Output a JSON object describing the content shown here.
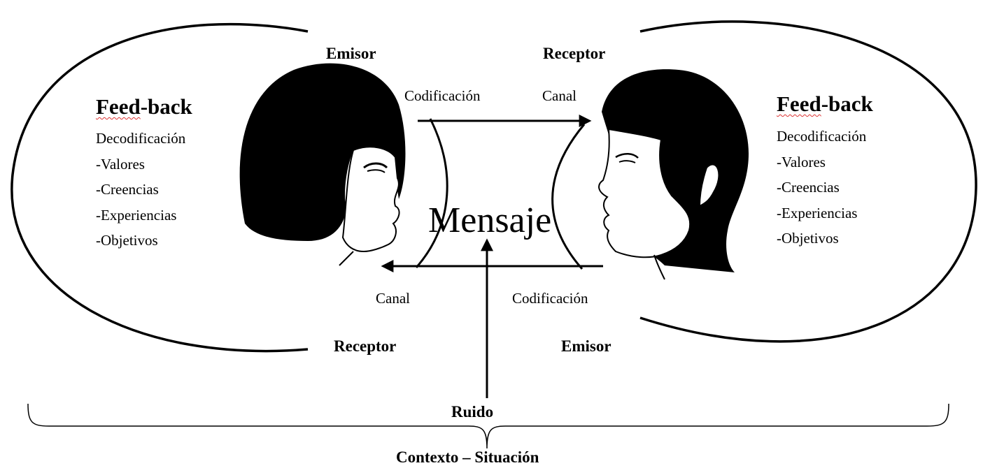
{
  "left": {
    "role_top": "Emisor",
    "role_bottom": "Receptor",
    "feedback_word": "Feed",
    "feedback_rest": "-back",
    "items": [
      "Decodificación",
      "-Valores",
      "-Creencias",
      "-Experiencias",
      "-Objetivos"
    ],
    "codificacion": "Codificación",
    "canal": "Canal"
  },
  "right": {
    "role_top": "Receptor",
    "role_bottom": "Emisor",
    "feedback_word": "Feed",
    "feedback_rest": "-back",
    "items": [
      "Decodificación",
      "-Valores",
      "-Creencias",
      "-Experiencias",
      "-Objetivos"
    ],
    "canal": "Canal",
    "codificacion": "Codificación"
  },
  "center": {
    "mensaje": "Mensaje",
    "ruido": "Ruido"
  },
  "footer": {
    "contexto": "Contexto – Situación"
  }
}
